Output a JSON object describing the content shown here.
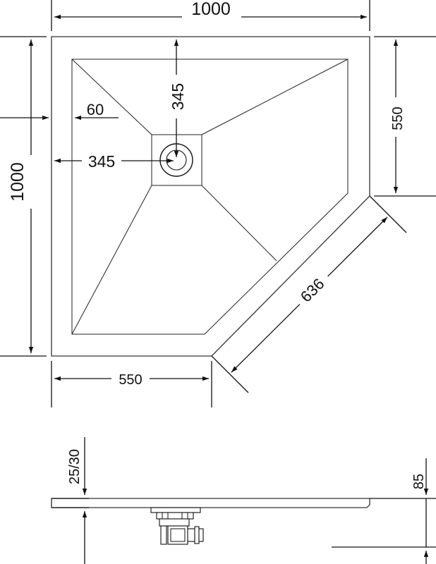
{
  "top_view": {
    "overall_width": "1000",
    "overall_depth": "1000",
    "right_side": "550",
    "bottom_side": "550",
    "diagonal_side": "636",
    "drain_offset_top": "345",
    "drain_offset_left": "345",
    "rim_width": "60"
  },
  "side_view": {
    "tray_thickness": "25/30",
    "drain_height": "85"
  }
}
